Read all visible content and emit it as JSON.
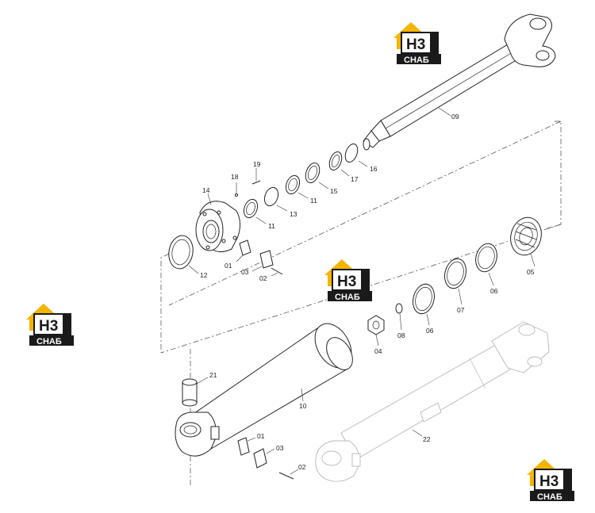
{
  "logo": {
    "mark": "H3",
    "word": "СНАБ",
    "accent": "#f4b400",
    "dark": "#1a1a1a"
  },
  "parts": {
    "p01a": "01",
    "p01b": "01",
    "p02a": "02",
    "p02b": "02",
    "p03a": "03",
    "p03b": "03",
    "p04": "04",
    "p05": "05",
    "p06a": "06",
    "p06b": "06",
    "p07": "07",
    "p08": "08",
    "p09": "09",
    "p10": "10",
    "p11a": "11",
    "p11b": "11",
    "p12": "12",
    "p13": "13",
    "p14": "14",
    "p15": "15",
    "p16": "16",
    "p17": "17",
    "p18": "18",
    "p19": "19",
    "p21": "21",
    "p22": "22"
  }
}
